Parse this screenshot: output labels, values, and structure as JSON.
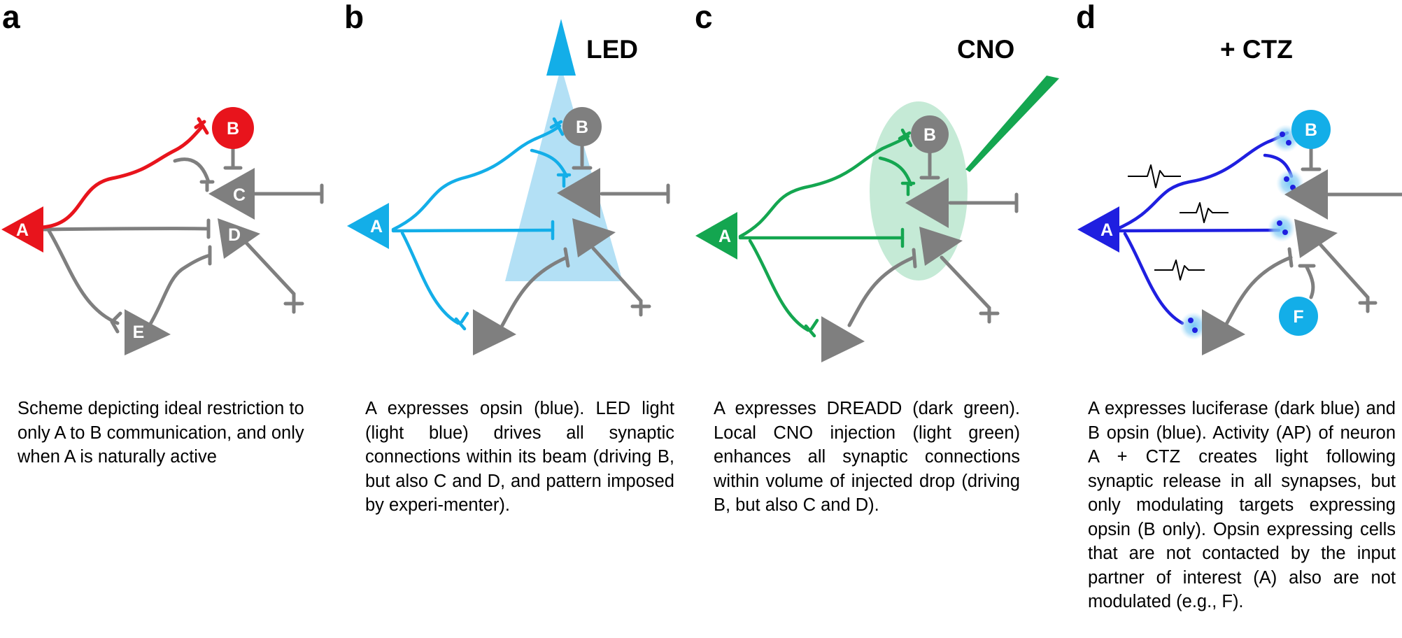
{
  "panels": [
    {
      "letter": "a",
      "stimulus": "",
      "caption": "Scheme depicting ideal restriction to only A to B communication, and only when A is naturally active"
    },
    {
      "letter": "b",
      "stimulus": "LED",
      "caption": "A expresses opsin (blue). LED light (light blue) drives all synaptic connections within its beam (driving B, but also C and D, and pattern imposed by experi-menter)."
    },
    {
      "letter": "c",
      "stimulus": "CNO",
      "caption": "A expresses DREADD (dark green). Local CNO injection (light green) enhances all synaptic connections within volume of injected drop (driving B, but also C and D)."
    },
    {
      "letter": "d",
      "stimulus": "+ CTZ",
      "caption": "A expresses luciferase (dark blue) and B opsin (blue). Activity (AP) of neuron A + CTZ creates light following synaptic release in all synapses, but only modulating targets expressing opsin (B only). Opsin expressing cells that are not contacted by the input partner of interest (A) also are not modulated (e.g., F)."
    }
  ],
  "neuron_labels": {
    "a": [
      "A",
      "B",
      "C",
      "D",
      "E"
    ],
    "b": [
      "A",
      "B"
    ],
    "c": [
      "A",
      "B"
    ],
    "d": [
      "A",
      "B",
      "F"
    ]
  },
  "colors": {
    "red": "#e8141c",
    "gray": "#7f7f7f",
    "light_blue": "#13aee8",
    "beam": "#b3e0f5",
    "green": "#14a650",
    "drop": "#c5ead6",
    "dark_blue": "#1f1fe0",
    "glow": "#8fd0f5"
  },
  "icons": {
    "led": "triangle-led-icon",
    "pipette": "injection-pipette-icon",
    "action_potential": "spike-trace-icon"
  }
}
